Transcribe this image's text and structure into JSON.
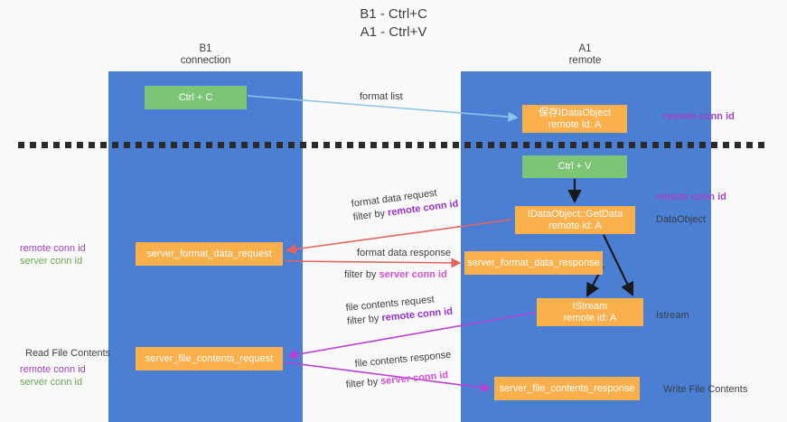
{
  "title": {
    "line1": "B1 - Ctrl+C",
    "line2": "A1 - Ctrl+V"
  },
  "lanes": [
    {
      "name": "B1",
      "role": "connection"
    },
    {
      "name": "A1",
      "role": "remote"
    }
  ],
  "nodes": {
    "ctrl_c": {
      "line1": "Ctrl + C",
      "line2": "",
      "color": "#7cc576"
    },
    "idataobject": {
      "line1": "保存IDataObject",
      "line2": "remote id: A",
      "color": "#fbb04c"
    },
    "ctrl_v": {
      "line1": "Ctrl + V",
      "line2": "",
      "color": "#7cc576"
    },
    "getdata": {
      "line1": "IDataObject::GetData",
      "line2": "remote id: A",
      "color": "#fbb04c"
    },
    "fmt_request": {
      "line1": "server_format_data_request",
      "line2": "",
      "color": "#fbb04c"
    },
    "fmt_response": {
      "line1": "server_format_data_response",
      "line2": "",
      "color": "#fbb04c"
    },
    "istream": {
      "line1": "IStream",
      "line2": "remote id: A",
      "color": "#fbb04c"
    },
    "file_request": {
      "line1": "server_file_contents_request",
      "line2": "",
      "color": "#fbb04c"
    },
    "file_response": {
      "line1": "server_file_contents_response",
      "line2": "",
      "color": "#fbb04c"
    }
  },
  "edges": {
    "format_list": {
      "text": "format list"
    },
    "format_data_request": {
      "text": "format data request",
      "filter_prefix": "filter by ",
      "filter_key": "remote conn id"
    },
    "format_data_response": {
      "text": "format data response",
      "filter_prefix": "filter by ",
      "filter_key": "server conn id"
    },
    "file_contents_request": {
      "text": "file contents request",
      "filter_prefix": "filter by ",
      "filter_key": "remote conn id"
    },
    "file_contents_response": {
      "text": "file contents response",
      "filter_prefix": "filter by ",
      "filter_key": "server conn id"
    }
  },
  "annotations": {
    "remote_conn_id_top": "remote conn id",
    "remote_conn_id_mid": "remote conn id",
    "dataobject": "DataObject",
    "istream": "Istream",
    "write_file_contents": "Write File Contents",
    "read_file_contents": "Read File Contents",
    "left_remote_conn_id": "remote conn id",
    "left_server_conn_id": "server conn id",
    "left_remote_conn_id_2": "remote conn id",
    "left_server_conn_id_2": "server conn id"
  },
  "colors": {
    "lane": "#4a7fd4",
    "green_node": "#7cc576",
    "orange_node": "#fbb04c",
    "red_arrow": "#e8635f",
    "purple_arrow": "#b93fd6",
    "blue_arrow": "#8ec4e8",
    "black_arrow": "#1a1a1a",
    "purple_text": "#a342c8",
    "green_text": "#6aa84f",
    "pink_text": "#d94fd9",
    "background": "#fafafa"
  }
}
